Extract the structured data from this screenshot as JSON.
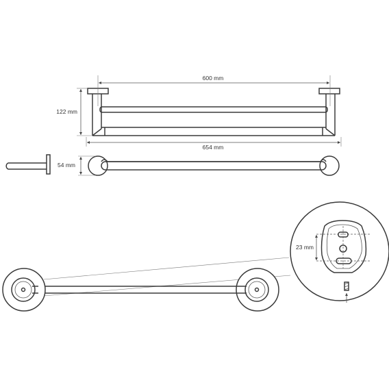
{
  "dimensions": {
    "width_rod": "600 mm",
    "height": "122 mm",
    "overall_width": "654 mm",
    "depth": "54 mm",
    "detail_spacing": "23 mm"
  }
}
